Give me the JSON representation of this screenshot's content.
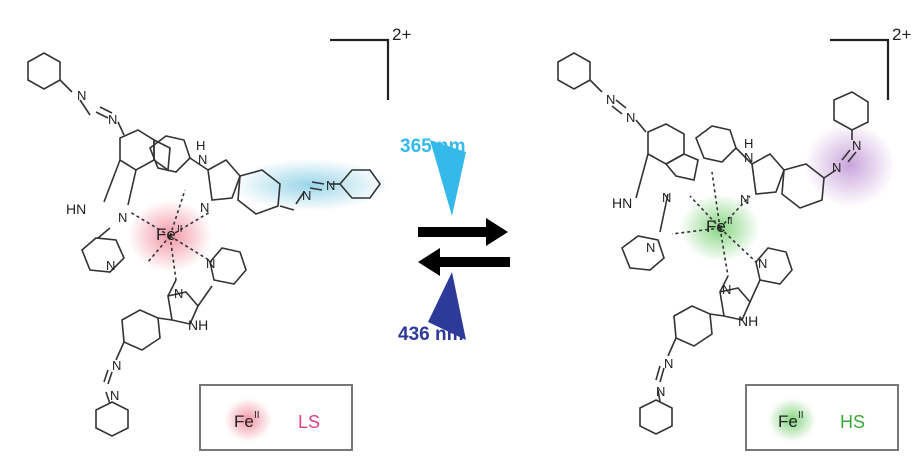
{
  "left_complex": {
    "charge": "2+",
    "metal": "Fe",
    "metal_ox": "II",
    "nh_labels": [
      "HN",
      "H\nN",
      "NH"
    ],
    "n_label": "N",
    "legend": {
      "metal": "Fe",
      "metal_ox": "II",
      "state": "LS"
    },
    "colors": {
      "glow_metal": "#f08a9a",
      "glow_azo": "#8ed0e6",
      "state_text": "#e0408a"
    }
  },
  "right_complex": {
    "charge": "2+",
    "metal": "Fe",
    "metal_ox": "II",
    "legend": {
      "metal": "Fe",
      "metal_ox": "II",
      "state": "HS"
    },
    "colors": {
      "glow_metal": "#7fd27a",
      "glow_azo": "#c49ad8",
      "state_text": "#3aa83a"
    }
  },
  "arrows": {
    "forward_label": "365 nm",
    "backward_label": "436 nm",
    "colors": {
      "forward": "#35b8ea",
      "backward": "#2e3a9a"
    }
  }
}
